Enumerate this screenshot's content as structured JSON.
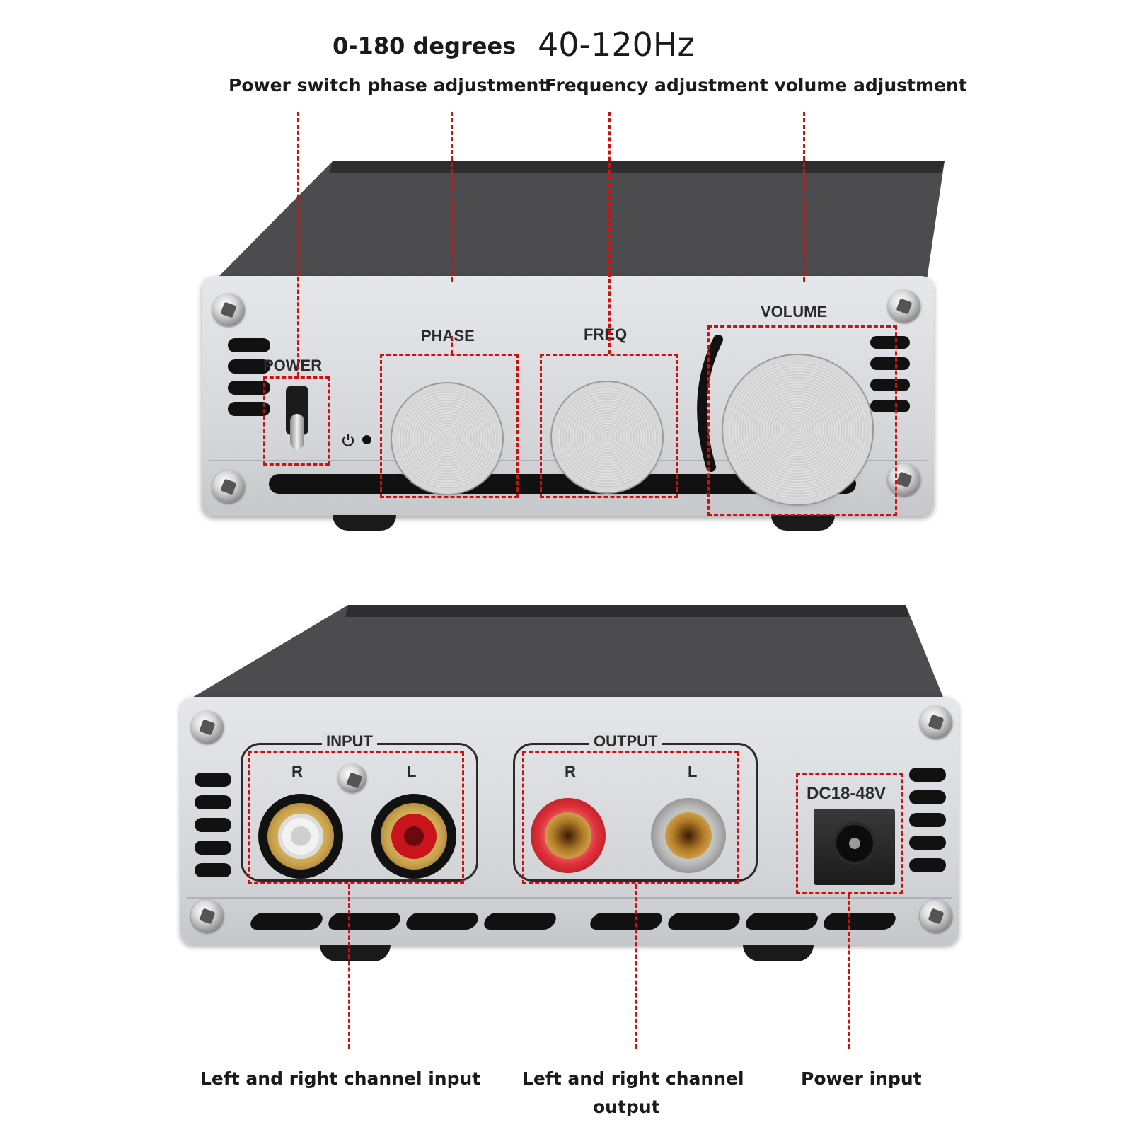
{
  "top_labels": {
    "phase_range": "0-180 degrees",
    "freq_range": "40-120Hz",
    "power_phase_caption": "Power switch phase adjustment",
    "freq_volume_caption": "Frequency adjustment volume adjustment"
  },
  "front_panel": {
    "power_label": "POWER",
    "phase_label": "PHASE",
    "freq_label": "FREQ",
    "volume_label": "VOLUME",
    "power_indicator_icon": "power-icon"
  },
  "rear_panel": {
    "input_label": "INPUT",
    "output_label": "OUTPUT",
    "input_r": "R",
    "input_l": "L",
    "output_r": "R",
    "output_l": "L",
    "dc_label": "DC18-48V"
  },
  "bottom_labels": {
    "input_caption": "Left and right channel input",
    "output_caption_line1": "Left and right channel",
    "output_caption_line2": "output",
    "power_caption": "Power input"
  },
  "colors": {
    "annotation": "#d01010",
    "chassis": "#4a4a4a",
    "panel": "#dcdde0",
    "rca_red": "#c8141a",
    "rca_gold": "#c9a24a"
  }
}
